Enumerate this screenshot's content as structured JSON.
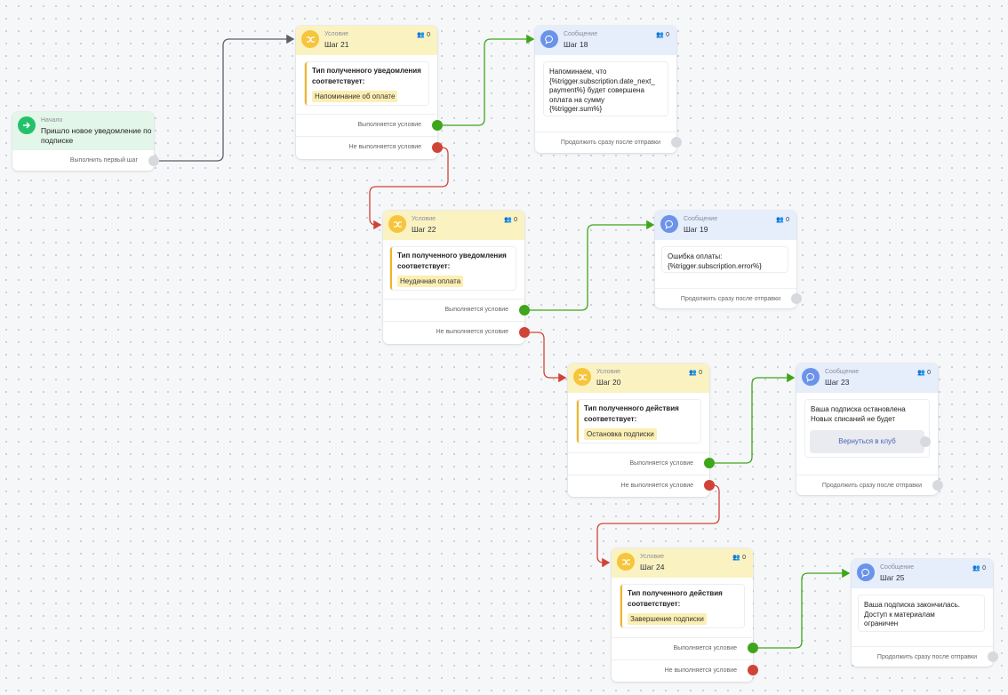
{
  "labels": {
    "condition_kind": "Условие",
    "message_kind": "Сообщение",
    "start_kind": "Начало",
    "yes": "Выполняется условие",
    "no": "Не выполняется условие",
    "continue": "Продолжить сразу после отправки",
    "first_step": "Выполнить первый шаг"
  },
  "start": {
    "title": "Пришло новое уведомление по подписке"
  },
  "conditions": [
    {
      "title": "Шаг 21",
      "users": "0",
      "text": "Тип полученного уведомления соответствует:",
      "tag": "Напоминание об оплате"
    },
    {
      "title": "Шаг 22",
      "users": "0",
      "text": "Тип полученного уведомления соответствует:",
      "tag": "Неудачная оплата"
    },
    {
      "title": "Шаг 20",
      "users": "0",
      "text": "Тип полученного действия соответствует:",
      "tag": "Остановка подписки"
    },
    {
      "title": "Шаг 24",
      "users": "0",
      "text": "Тип полученного действия соответствует:",
      "tag": "Завершение подписки"
    }
  ],
  "messages": [
    {
      "title": "Шаг 18",
      "users": "0",
      "text": "Напоминаем, что\n{%trigger.subscription.date_next_\npayment%} будет совершена\nоплата на сумму\n{%trigger.sum%}"
    },
    {
      "title": "Шаг 19",
      "users": "0",
      "text": "Ошибка оплаты:\n{%trigger.subscription.error%}"
    },
    {
      "title": "Шаг 23",
      "users": "0",
      "text": "Ваша подписка остановлена\nНовых списаний не будет",
      "button": "Вернуться в клуб"
    },
    {
      "title": "Шаг 25",
      "users": "0",
      "text": "Ваша подписка закончилась.\nДоступ к материалам\nограничен"
    }
  ],
  "colors": {
    "yes": "#3fa51b",
    "no": "#d04438",
    "default": "#5d6068"
  }
}
